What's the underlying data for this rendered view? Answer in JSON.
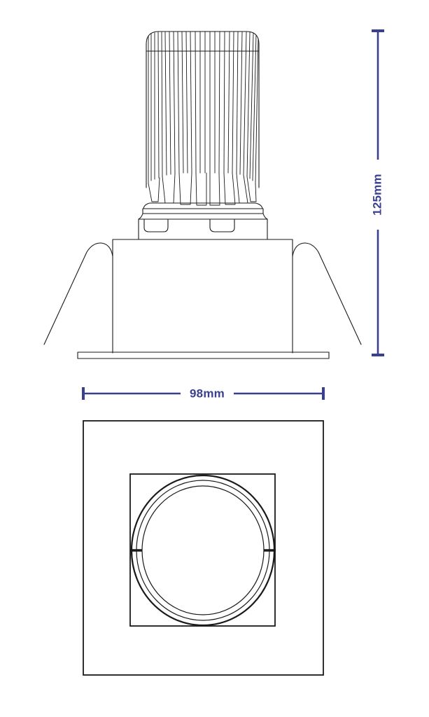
{
  "drawing": {
    "title": "Recessed Downlight Dimensional Drawing",
    "views": {
      "side": "side-elevation-view",
      "bottom": "bottom-plan-view"
    },
    "line_color": "#1a1a1a",
    "dimension_color": "#3a3f8f",
    "background_color": "#ffffff"
  },
  "dimensions": {
    "height": {
      "label": "125mm",
      "value": 125,
      "unit": "mm",
      "orientation": "vertical"
    },
    "width": {
      "label": "98mm",
      "value": 98,
      "unit": "mm",
      "orientation": "horizontal"
    }
  }
}
